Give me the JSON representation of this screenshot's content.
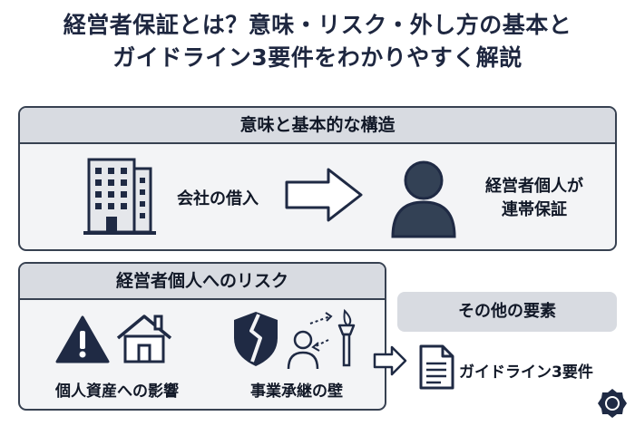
{
  "title": {
    "line1": "経営者保証とは？意味・リスク・外し方の基本と",
    "line2": "ガイドライン3要件をわかりやすく解説"
  },
  "structure": {
    "heading": "意味と基本的な構造",
    "left_label": "会社の借入",
    "right_label_line1": "経営者個人が",
    "right_label_line2": "連帯保証"
  },
  "risk": {
    "heading": "経営者個人へのリスク",
    "items": [
      {
        "label": "個人資産への影響",
        "icons": [
          "warning-icon",
          "house-icon"
        ]
      },
      {
        "label": "事業承継の壁",
        "icons": [
          "broken-shield-icon",
          "person-torch-icon"
        ]
      }
    ]
  },
  "other": {
    "heading": "その他の要素",
    "item_label": "ガイドライン3要件",
    "icon": "document-icon"
  },
  "colors": {
    "navy": "#1f2a44",
    "panel_bg": "#f3f4f6",
    "header_bg": "#d8dbe1",
    "border": "#374151"
  }
}
